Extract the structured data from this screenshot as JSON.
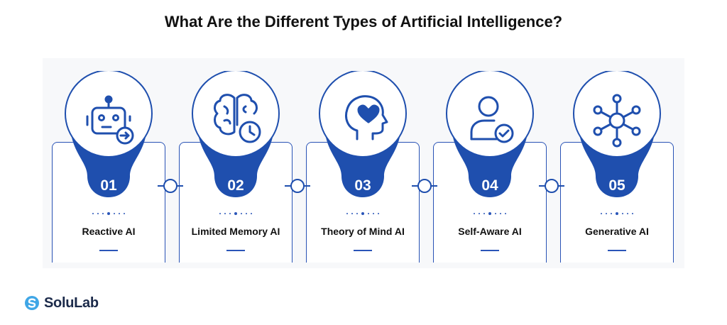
{
  "title": "What Are the Different Types of Artificial Intelligence?",
  "brand": {
    "name": "SoluLab",
    "colors": {
      "dark": "#1b2a4a",
      "accent": "#3fa6e6"
    }
  },
  "colors": {
    "primary": "#1f4fae",
    "border": "#2852b5",
    "text": "#111111"
  },
  "steps": [
    {
      "number": "01",
      "label": "Reactive AI",
      "icon": "robot-icon"
    },
    {
      "number": "02",
      "label": "Limited Memory AI",
      "icon": "brain-clock-icon"
    },
    {
      "number": "03",
      "label": "Theory of Mind AI",
      "icon": "head-heart-icon"
    },
    {
      "number": "04",
      "label": "Self-Aware AI",
      "icon": "user-check-icon"
    },
    {
      "number": "05",
      "label": "Generative AI",
      "icon": "network-icon"
    }
  ]
}
